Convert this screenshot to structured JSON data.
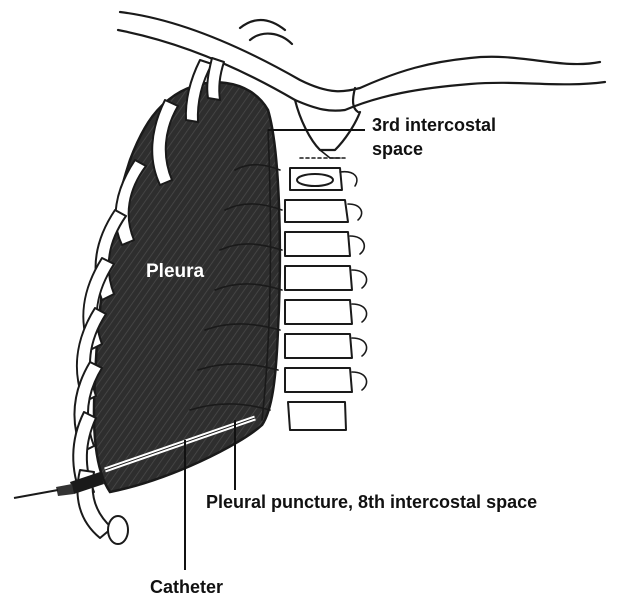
{
  "labels": {
    "third_intercostal_line1": "3rd intercostal",
    "third_intercostal_line2": "space",
    "pleura": "Pleura",
    "puncture": "Pleural puncture, 8th intercostal space",
    "catheter": "Catheter"
  },
  "colors": {
    "pleura_fill": "#2f2f2f",
    "line": "#1a1a1a",
    "background": "#ffffff"
  }
}
